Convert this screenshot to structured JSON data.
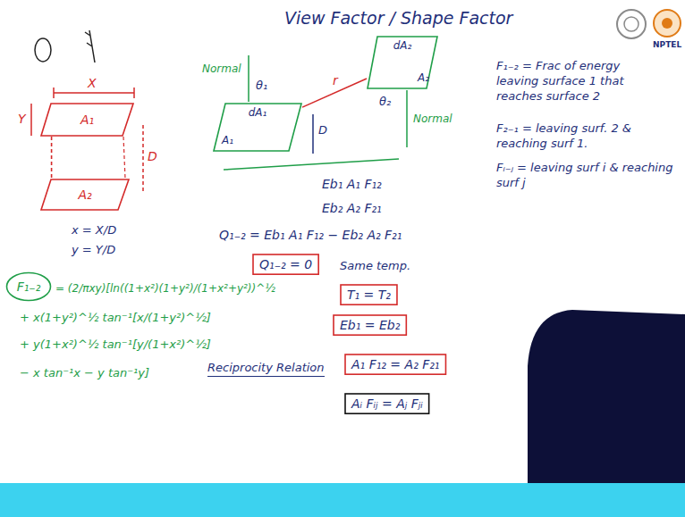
{
  "diagram": {
    "title": "View Factor / Shape Factor",
    "nodes": [
      {
        "text": [
          "F₁₋₂"
        ]
      },
      {
        "text": [
          "A₁"
        ]
      },
      {
        "text": [
          "A₂"
        ]
      },
      {
        "text": [
          "A₁",
          "dA₁"
        ]
      },
      {
        "text": [
          "A₂",
          "dA₂"
        ]
      },
      {
        "text": [
          "Q₁₋₂ = 0"
        ]
      },
      {
        "text": [
          "T₁ = T₂"
        ]
      },
      {
        "text": [
          "Eb₁ = Eb₂"
        ]
      },
      {
        "text": [
          "A₁ F₁₂ = A₂ F₂₁"
        ]
      },
      {
        "text": [
          "Aᵢ Fᵢⱼ = Aⱼ Fⱼᵢ"
        ]
      }
    ],
    "edges": [
      {
        "from": 1,
        "to": 2,
        "arrow": "none"
      },
      {
        "from": 3,
        "to": 4,
        "arrow": "none",
        "label": "r"
      }
    ],
    "labels": [
      "Normal",
      "θ₁",
      "D",
      "Normal",
      "θ₂",
      "X",
      "Y",
      "D",
      "x = X/D",
      "y = Y/D",
      "= (2/πxy)[ln((1+x²)(1+y²)/(1+x²+y²))^½",
      "+ x(1+y²)^½ tan⁻¹[x/(1+y²)^½]",
      "+ y(1+x²)^½ tan⁻¹[y/(1+x²)^½]",
      "− x tan⁻¹x − y tan⁻¹y]",
      "Eb₁ A₁ F₁₂",
      "Eb₂ A₂ F₂₁",
      "Q₁₋₂ = Eb₁ A₁ F₁₂ − Eb₂ A₂ F₂₁",
      "Same temp.",
      "Reciprocity Relation",
      "F₁₋₂ = Frac of energy leaving surface 1 that reaches surface 2",
      "F₂₋₁ = leaving surf. 2 & reaching surf 1.",
      "Fᵢ₋ⱼ = leaving surf i & reaching surf j",
      "NPTEL"
    ]
  }
}
